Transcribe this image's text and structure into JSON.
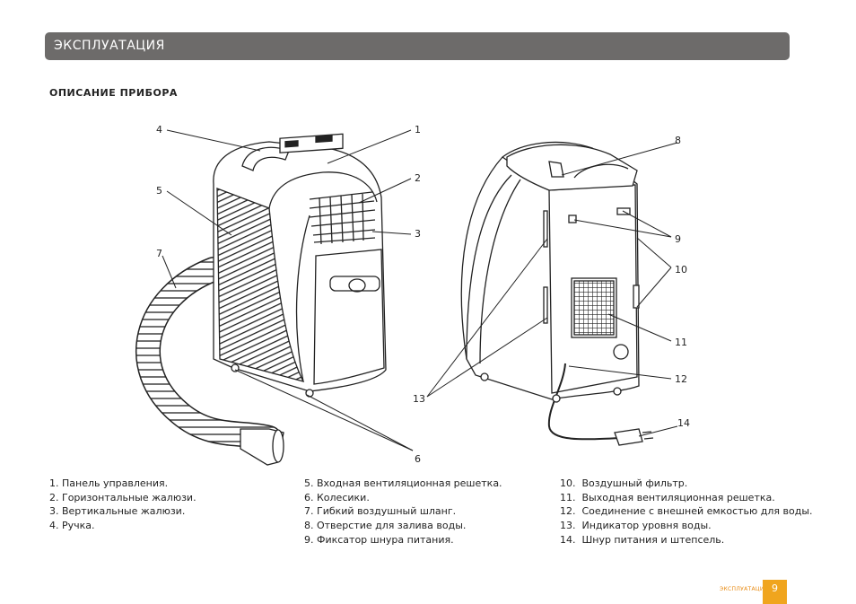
{
  "header": {
    "title": "ЭКСПЛУАТАЦИЯ"
  },
  "section": {
    "title": "ОПИСАНИЕ ПРИБОРА"
  },
  "callouts": [
    "1",
    "2",
    "3",
    "4",
    "5",
    "6",
    "7",
    "8",
    "9",
    "10",
    "11",
    "12",
    "13",
    "14"
  ],
  "legend": {
    "col1": [
      "1. Панель управления.",
      "2. Горизонтальные жалюзи.",
      "3. Вертикальные жалюзи.",
      "4. Ручка."
    ],
    "col2": [
      "5. Входная вентиляционная решетка.",
      "6. Колесики.",
      "7. Гибкий воздушный шланг.",
      "8. Отверстие для залива воды.",
      "9. Фиксатор шнура питания."
    ],
    "col3": [
      "10.  Воздушный фильтр.",
      "11.  Выходная вентиляционная решетка.",
      "12.  Соединение с внешней емкостью для воды.",
      "13.  Индикатор уровня воды.",
      "14.  Шнур питания и штепсель."
    ]
  },
  "footer": {
    "label": "ЭКСПЛУАТАЦИЯ",
    "page": "9"
  },
  "colors": {
    "header_bar": "#6d6b6a",
    "accent": "#f0a51e"
  }
}
